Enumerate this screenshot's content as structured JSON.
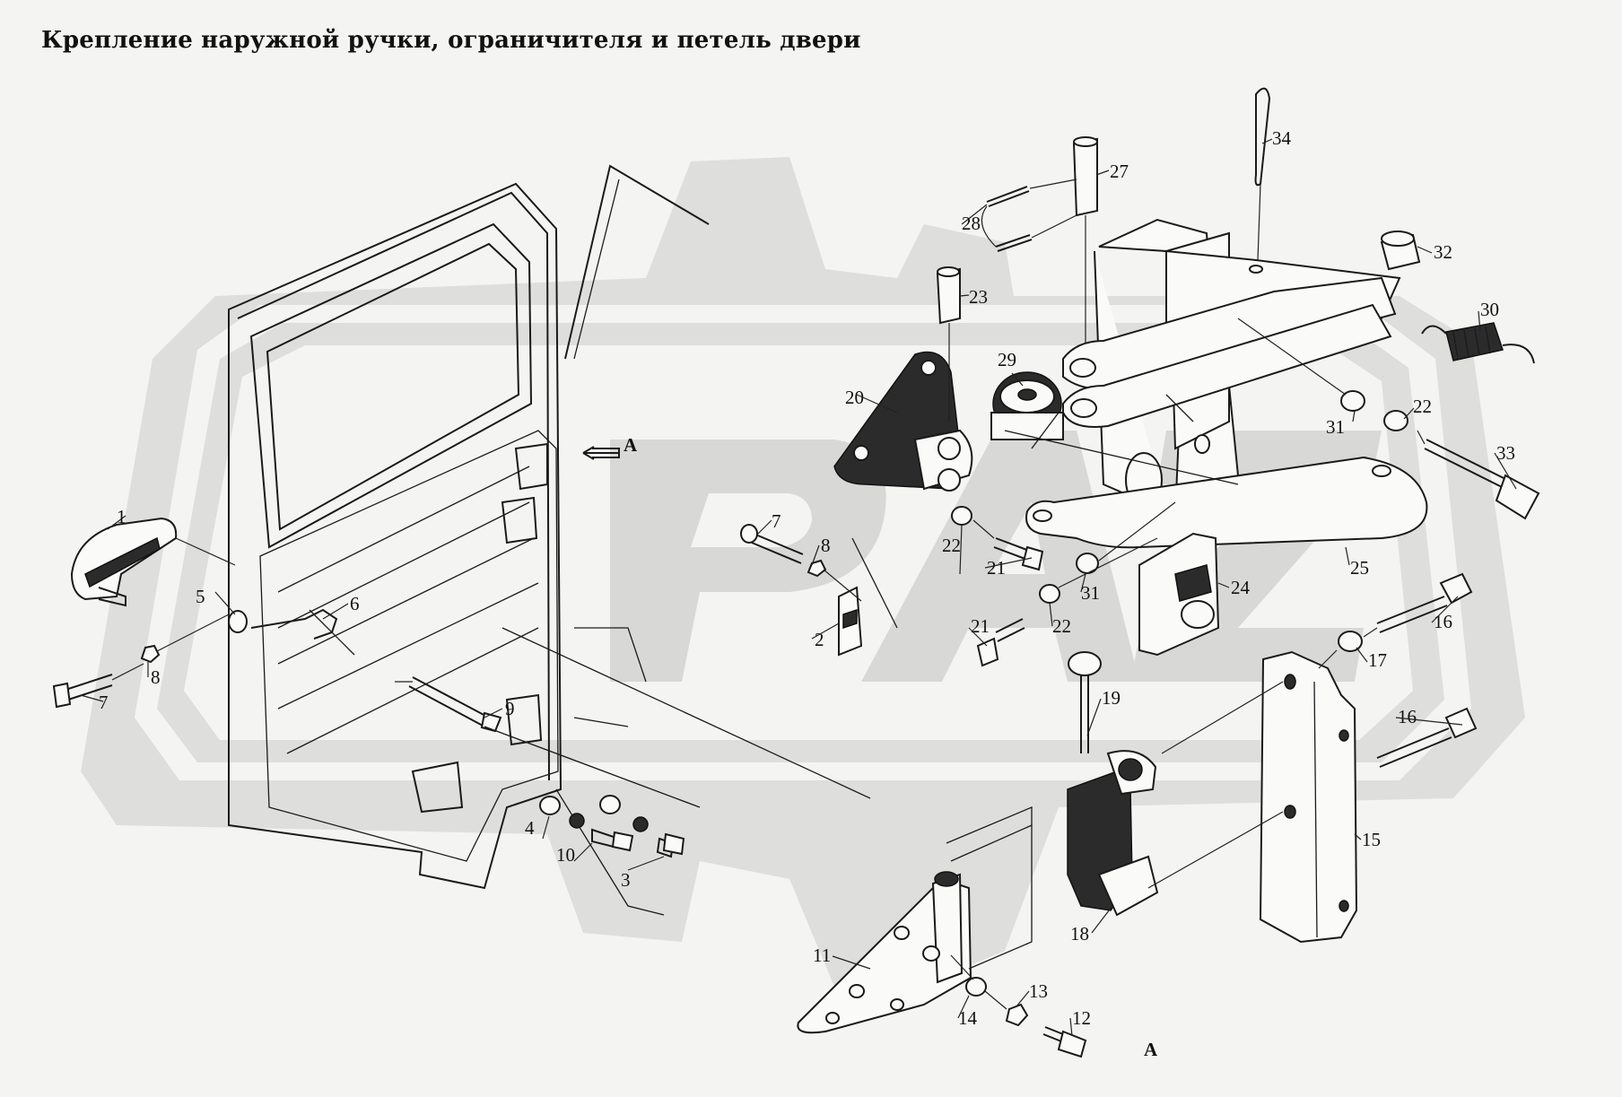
{
  "title": "Крепление наружной ручки, ограничителя и петель двери",
  "view_label": "А",
  "view_label_bottom": "А",
  "watermark": {
    "color": "#d6d6d4",
    "text": "PAZ"
  },
  "labels": [
    {
      "id": "l1",
      "text": "1"
    },
    {
      "id": "l2",
      "text": "2"
    },
    {
      "id": "l3",
      "text": "3"
    },
    {
      "id": "l4",
      "text": "4"
    },
    {
      "id": "l5",
      "text": "5"
    },
    {
      "id": "l6",
      "text": "6"
    },
    {
      "id": "l7a",
      "text": "7"
    },
    {
      "id": "l7b",
      "text": "7"
    },
    {
      "id": "l8a",
      "text": "8"
    },
    {
      "id": "l8b",
      "text": "8"
    },
    {
      "id": "l9",
      "text": "9"
    },
    {
      "id": "l10",
      "text": "10"
    },
    {
      "id": "l11",
      "text": "11"
    },
    {
      "id": "l12",
      "text": "12"
    },
    {
      "id": "l13",
      "text": "13"
    },
    {
      "id": "l14",
      "text": "14"
    },
    {
      "id": "l15",
      "text": "15"
    },
    {
      "id": "l16a",
      "text": "16"
    },
    {
      "id": "l16b",
      "text": "16"
    },
    {
      "id": "l17",
      "text": "17"
    },
    {
      "id": "l18",
      "text": "18"
    },
    {
      "id": "l19",
      "text": "19"
    },
    {
      "id": "l20",
      "text": "20"
    },
    {
      "id": "l21a",
      "text": "21"
    },
    {
      "id": "l21b",
      "text": "21"
    },
    {
      "id": "l22a",
      "text": "22"
    },
    {
      "id": "l22b",
      "text": "22"
    },
    {
      "id": "l22c",
      "text": "22"
    },
    {
      "id": "l23",
      "text": "23"
    },
    {
      "id": "l24",
      "text": "24"
    },
    {
      "id": "l25",
      "text": "25"
    },
    {
      "id": "l27",
      "text": "27"
    },
    {
      "id": "l28",
      "text": "28"
    },
    {
      "id": "l29",
      "text": "29"
    },
    {
      "id": "l30",
      "text": "30"
    },
    {
      "id": "l31a",
      "text": "31"
    },
    {
      "id": "l31b",
      "text": "31"
    },
    {
      "id": "l32",
      "text": "32"
    },
    {
      "id": "l33",
      "text": "33"
    },
    {
      "id": "l34",
      "text": "34"
    }
  ]
}
